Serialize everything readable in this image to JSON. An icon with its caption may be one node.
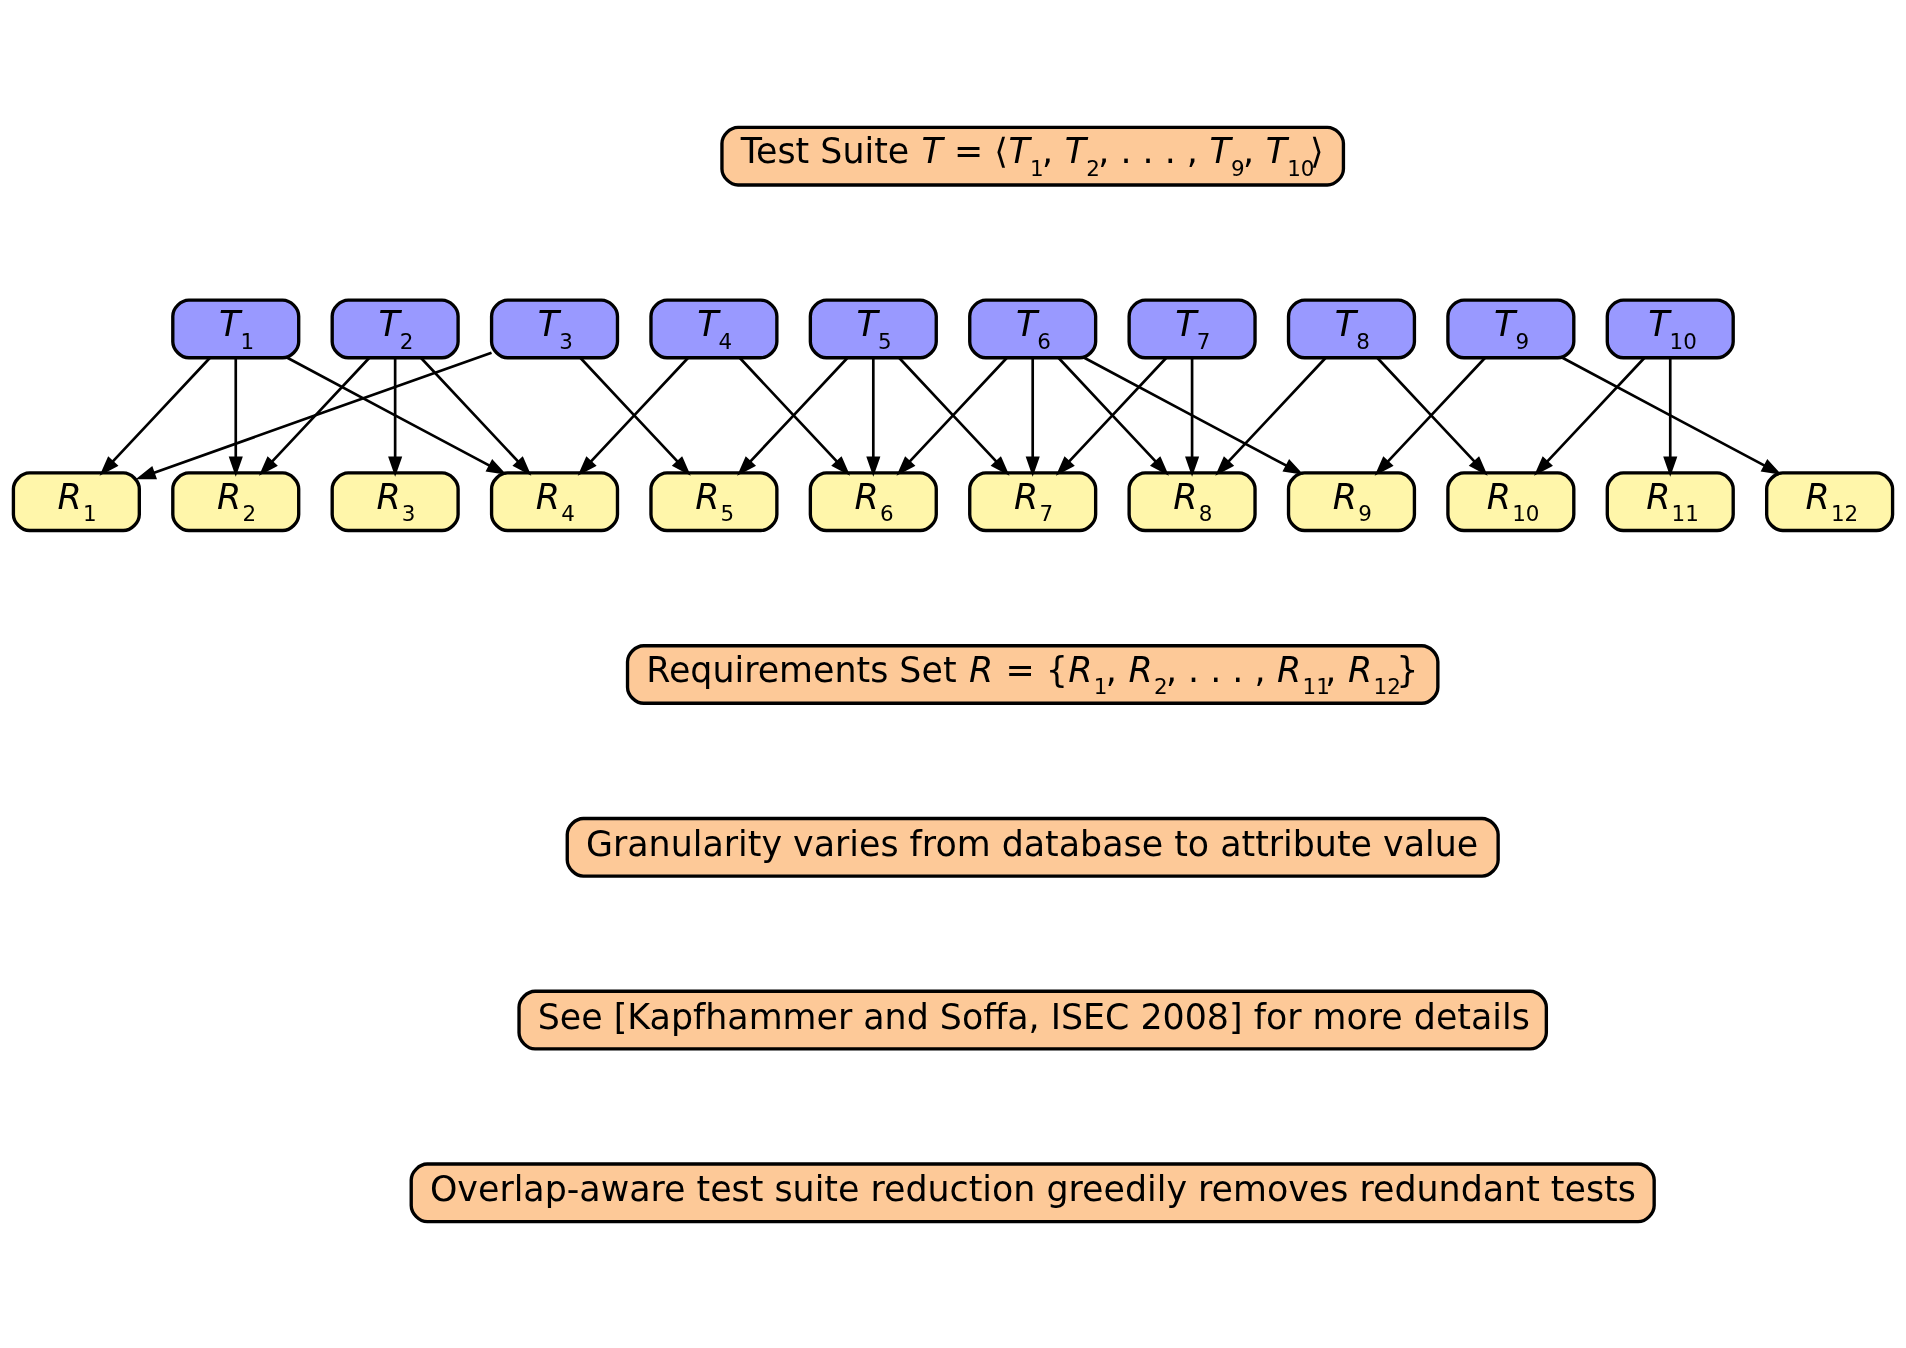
{
  "diagram": {
    "nodes": [
      {
        "text": [
          "Test Suite *T* = ⟨*T*$_{1}$, *T*$_{2}$, . . . , *T*$_{9}$, *T*$_{10}$⟩"
        ]
      },
      {
        "text": [
          "*T*$_{1}$"
        ]
      },
      {
        "text": [
          "*T*$_{2}$"
        ]
      },
      {
        "text": [
          "*T*$_{3}$"
        ]
      },
      {
        "text": [
          "*T*$_{4}$"
        ]
      },
      {
        "text": [
          "*T*$_{5}$"
        ]
      },
      {
        "text": [
          "*T*$_{6}$"
        ]
      },
      {
        "text": [
          "*T*$_{7}$"
        ]
      },
      {
        "text": [
          "*T*$_{8}$"
        ]
      },
      {
        "text": [
          "*T*$_{9}$"
        ]
      },
      {
        "text": [
          "*T*$_{10}$"
        ]
      },
      {
        "text": [
          "*R*$_{1}$"
        ]
      },
      {
        "text": [
          "*R*$_{2}$"
        ]
      },
      {
        "text": [
          "*R*$_{3}$"
        ]
      },
      {
        "text": [
          "*R*$_{4}$"
        ]
      },
      {
        "text": [
          "*R*$_{5}$"
        ]
      },
      {
        "text": [
          "*R*$_{6}$"
        ]
      },
      {
        "text": [
          "*R*$_{7}$"
        ]
      },
      {
        "text": [
          "*R*$_{8}$"
        ]
      },
      {
        "text": [
          "*R*$_{9}$"
        ]
      },
      {
        "text": [
          "*R*$_{10}$"
        ]
      },
      {
        "text": [
          "*R*$_{11}$"
        ]
      },
      {
        "text": [
          "*R*$_{12}$"
        ]
      },
      {
        "text": [
          "Requirements Set *R* = {*R*$_{1}$, *R*$_{2}$, . . . , *R*$_{11}$, *R*$_{12}$}"
        ]
      },
      {
        "text": [
          "Granularity varies from database to attribute value"
        ]
      },
      {
        "text": [
          "See [Kapfhammer and Soffa, ISEC 2008] for more details"
        ]
      },
      {
        "text": [
          "Overlap-aware test suite reduction greedily removes redundant tests"
        ]
      }
    ],
    "edges": [
      {
        "from": 1,
        "to": 11,
        "arrow": "to"
      },
      {
        "from": 1,
        "to": 12,
        "arrow": "to"
      },
      {
        "from": 1,
        "to": 14,
        "arrow": "to"
      },
      {
        "from": 2,
        "to": 12,
        "arrow": "to"
      },
      {
        "from": 2,
        "to": 13,
        "arrow": "to"
      },
      {
        "from": 2,
        "to": 14,
        "arrow": "to"
      },
      {
        "from": 3,
        "to": 11,
        "arrow": "to"
      },
      {
        "from": 3,
        "to": 15,
        "arrow": "to"
      },
      {
        "from": 4,
        "to": 14,
        "arrow": "to"
      },
      {
        "from": 4,
        "to": 16,
        "arrow": "to"
      },
      {
        "from": 5,
        "to": 15,
        "arrow": "to"
      },
      {
        "from": 5,
        "to": 16,
        "arrow": "to"
      },
      {
        "from": 5,
        "to": 17,
        "arrow": "to"
      },
      {
        "from": 6,
        "to": 16,
        "arrow": "to"
      },
      {
        "from": 6,
        "to": 17,
        "arrow": "to"
      },
      {
        "from": 6,
        "to": 18,
        "arrow": "to"
      },
      {
        "from": 6,
        "to": 19,
        "arrow": "to"
      },
      {
        "from": 7,
        "to": 17,
        "arrow": "to"
      },
      {
        "from": 7,
        "to": 18,
        "arrow": "to"
      },
      {
        "from": 8,
        "to": 18,
        "arrow": "to"
      },
      {
        "from": 8,
        "to": 20,
        "arrow": "to"
      },
      {
        "from": 9,
        "to": 19,
        "arrow": "to"
      },
      {
        "from": 9,
        "to": 22,
        "arrow": "to"
      },
      {
        "from": 10,
        "to": 20,
        "arrow": "to"
      },
      {
        "from": 10,
        "to": 21,
        "arrow": "to"
      }
    ]
  }
}
